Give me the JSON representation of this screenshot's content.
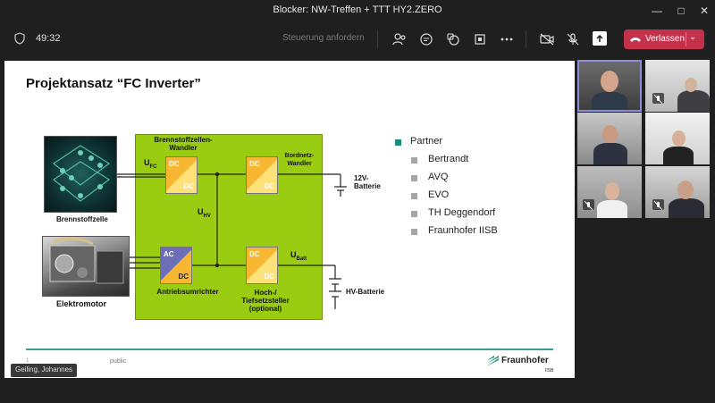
{
  "window": {
    "title": "Blocker: NW-Treffen + TTT HY2.ZERO"
  },
  "toolbar": {
    "timer": "49:32",
    "request_control": "Steuerung anfordern",
    "leave_label": "Verlassen"
  },
  "slide": {
    "title": "Projektansatz “FC Inverter”",
    "fuelcell_converter_title": "Brennstoffzellen-Wandler",
    "board_converter_title": "Bordnetz-Wandler",
    "inverter_label": "Antriebsumrichter",
    "boost_label": "Hoch-/\nTiefsetzsteller\n(optional)",
    "u_fc": "U",
    "u_fc_sub": "FC",
    "u_hv": "U",
    "u_hv_sub": "HV",
    "u_batt": "U",
    "u_batt_sub": "Batt",
    "battery_12v": "12V-\nBatterie",
    "battery_hv": "HV-Batterie",
    "fuelcell_label": "Brennstoffzelle",
    "motor_label": "Elektromotor",
    "dc": "DC",
    "ac": "AC",
    "partners_heading": "Partner",
    "partners": [
      "Bertrandt",
      "AVQ",
      "EVO",
      "TH Deggendorf",
      "Fraunhofer IISB"
    ],
    "footer_public": "public",
    "footer_num": "1",
    "logo_name": "Fraunhofer",
    "logo_sub": "IISB",
    "colors": {
      "teal": "#1a8c7e",
      "green_box": "#9acd12",
      "gray_bullet": "#a6a6a6"
    }
  },
  "presenter_name": "Geiling, Johannes",
  "icons": [
    "shield-icon",
    "people-icon",
    "chat-icon",
    "reactions-icon",
    "rooms-icon",
    "more-icon",
    "camera-off-icon",
    "mic-off-icon",
    "share-icon",
    "phone-icon",
    "chevron-down-icon"
  ]
}
